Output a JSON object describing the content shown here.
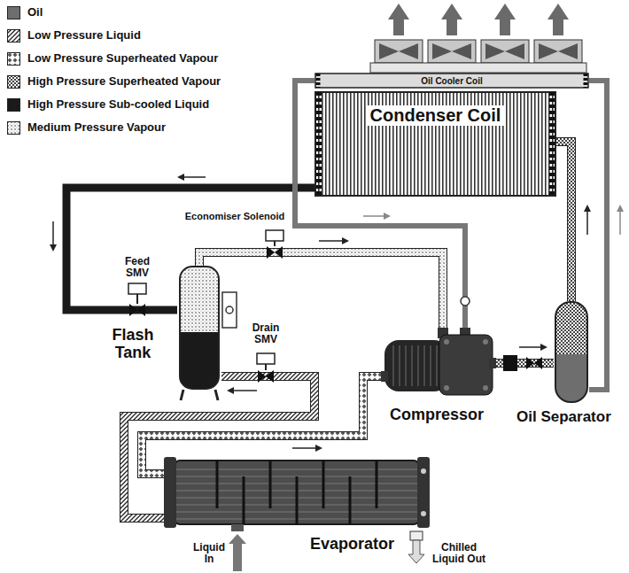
{
  "diagram": {
    "nodes": [
      {
        "text": [
          "Oil Cooler Coil"
        ]
      },
      {
        "text": [
          "Condenser Coil"
        ]
      },
      {
        "text": [
          "Flash Tank"
        ]
      },
      {
        "text": [
          "Compressor"
        ]
      },
      {
        "text": [
          "Oil Separator"
        ]
      },
      {
        "text": [
          "Evaporator"
        ]
      }
    ],
    "edges": [
      {
        "from": 1,
        "to": 2,
        "arrow": "none"
      },
      {
        "from": 2,
        "to": 3,
        "arrow": "none"
      },
      {
        "from": 2,
        "to": 5,
        "arrow": "none"
      },
      {
        "from": 5,
        "to": 3,
        "arrow": "none"
      },
      {
        "from": 3,
        "to": 4,
        "arrow": "none"
      },
      {
        "from": 4,
        "to": 1,
        "arrow": "none"
      },
      {
        "from": 4,
        "to": 0,
        "arrow": "none"
      },
      {
        "from": 0,
        "to": 3,
        "arrow": "none"
      }
    ],
    "labels": [
      "Economiser Solenoid",
      "Feed SMV",
      "Drain SMV",
      "Liquid In",
      "Chilled Liquid Out"
    ],
    "legend": [
      {
        "text": "Oil",
        "color": "#6e6e6e"
      },
      {
        "text": "Low Pressure Liquid"
      },
      {
        "text": "Low Pressure Superheated Vapour"
      },
      {
        "text": "High Pressure Superheated Vapour"
      },
      {
        "text": "High Pressure Sub-cooled Liquid",
        "color": "#1a1a1a"
      },
      {
        "text": "Medium Pressure Vapour"
      }
    ]
  }
}
